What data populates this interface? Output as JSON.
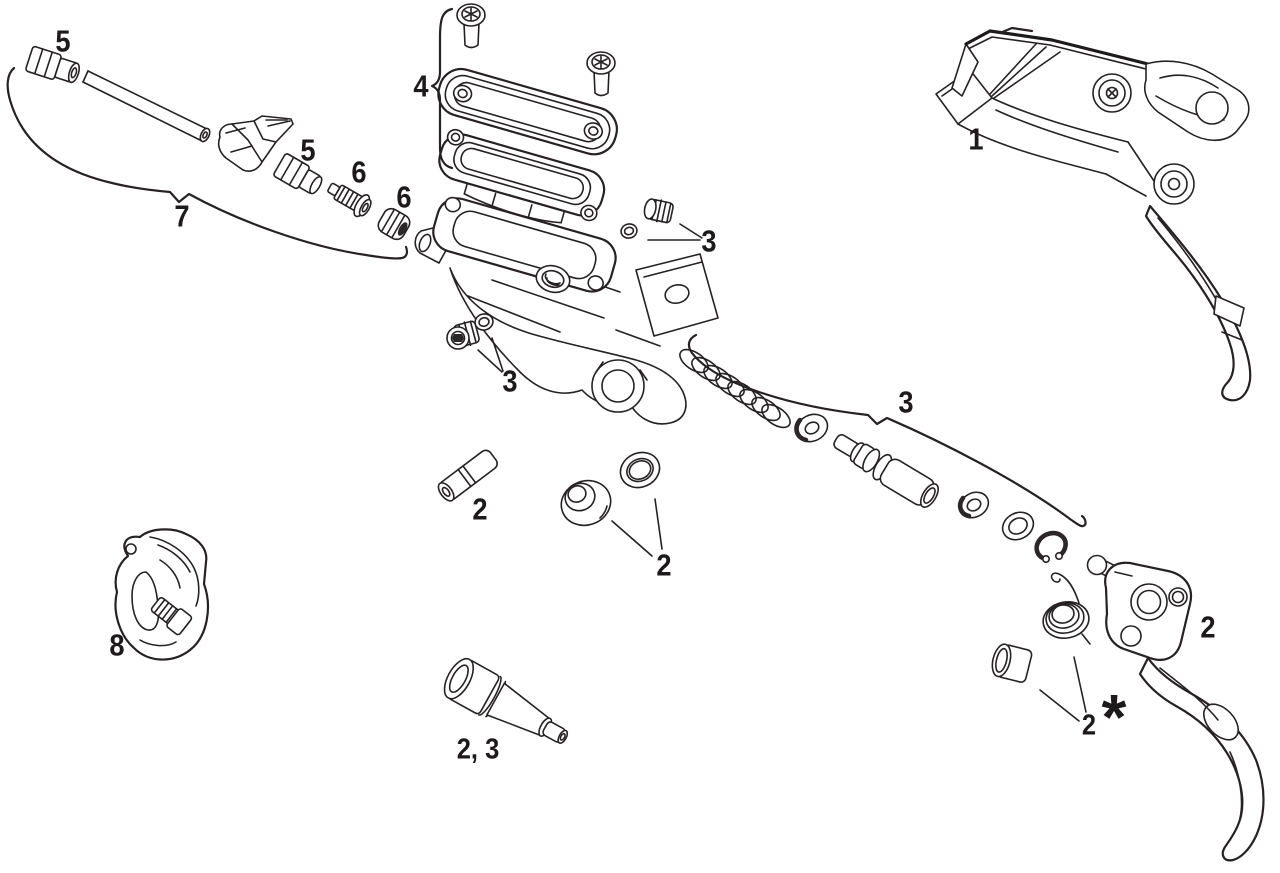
{
  "figure": {
    "kind": "exploded-parts-diagram",
    "subject": "hydraulic disc brake lever assembly",
    "background_color": "#ffffff",
    "line_color": "#262223",
    "label_color": "#1d1a1b"
  },
  "callouts": {
    "hose_nut_a": {
      "text": "5"
    },
    "hose_kit": {
      "text": "7"
    },
    "hose_nut_b": {
      "text": "5"
    },
    "barb_fitting": {
      "text": "6"
    },
    "compression_olive": {
      "text": "6"
    },
    "reservoir_kit": {
      "text": "4"
    },
    "lever_assembly": {
      "text": "1"
    },
    "bleed_screw_upper": {
      "text": "3"
    },
    "bleed_screw_lower": {
      "text": "3"
    },
    "piston_kit": {
      "text": "3"
    },
    "pivot_pin": {
      "text": "2"
    },
    "bushings": {
      "text": "2"
    },
    "bar_clamp": {
      "text": "8"
    },
    "pushrod": {
      "text": "2, 3"
    },
    "lever_blade": {
      "text": "2"
    },
    "spring_bushing": {
      "text": "2"
    },
    "footnote_marker": {
      "text": "*"
    }
  }
}
